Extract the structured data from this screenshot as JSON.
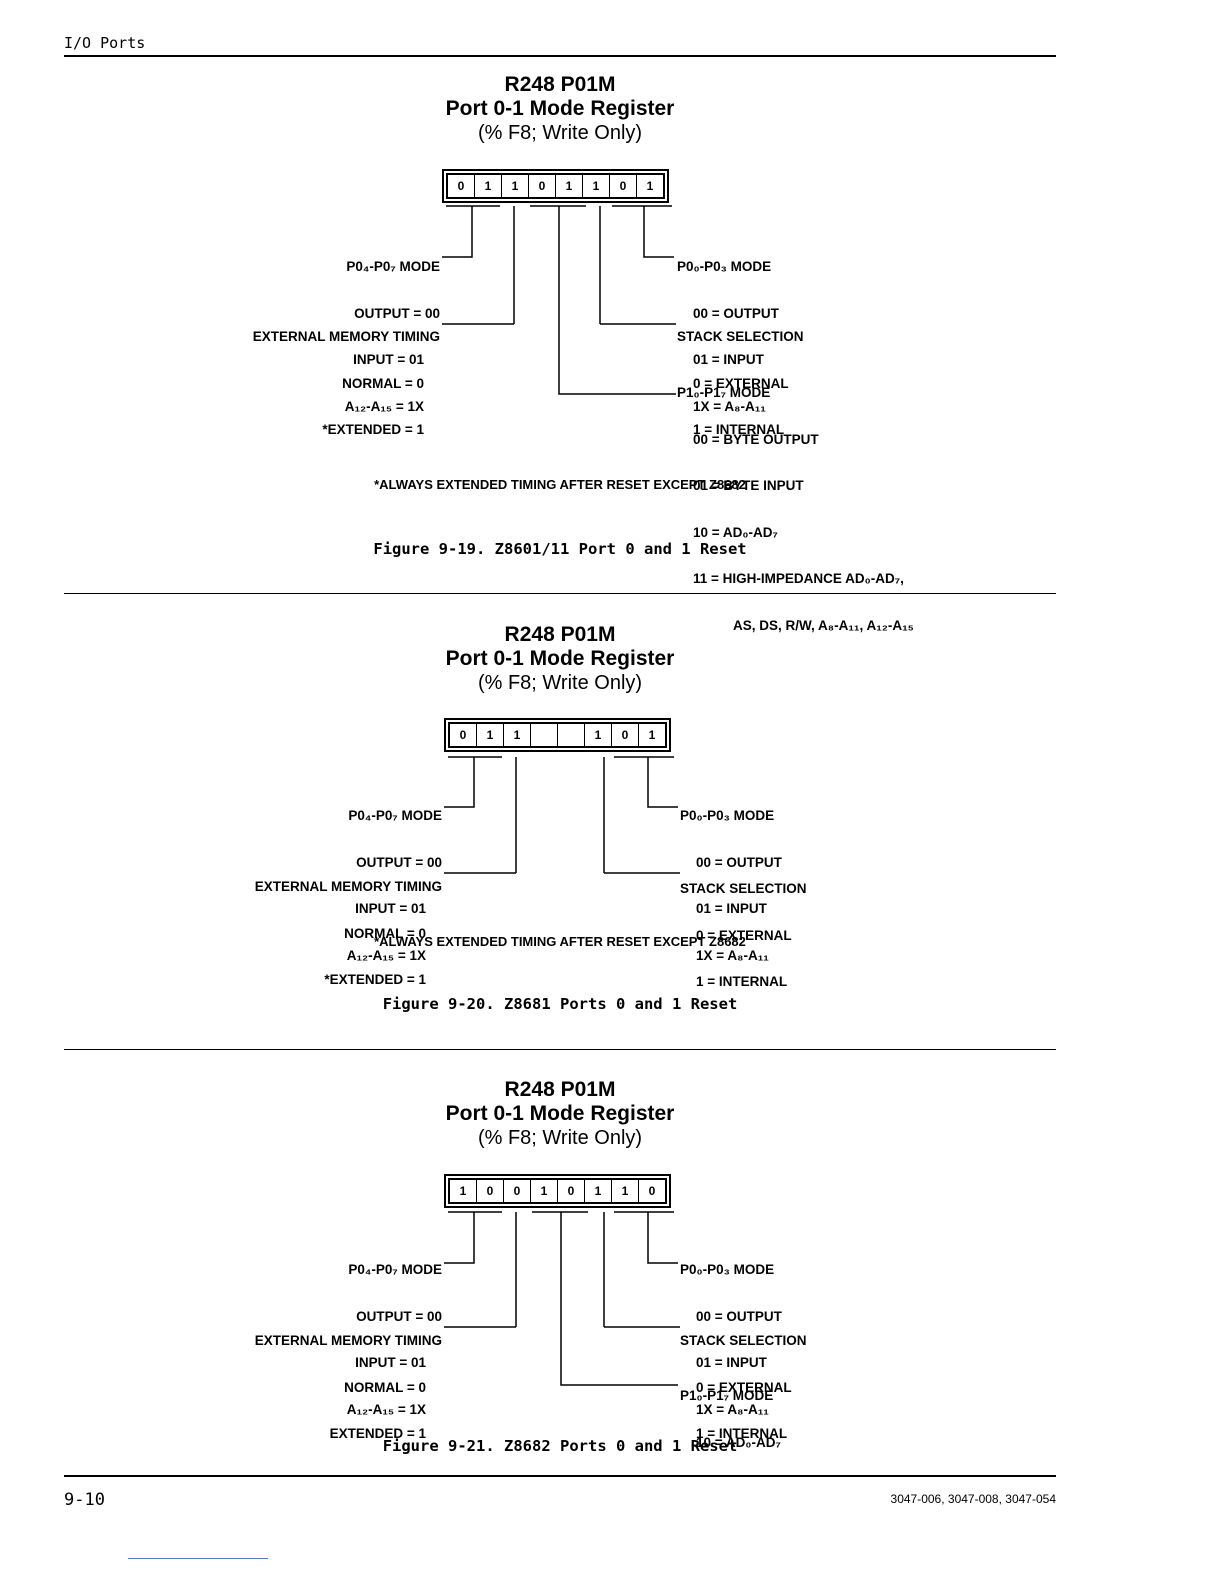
{
  "header": {
    "section": "I/O Ports"
  },
  "figures": [
    {
      "title1": "R248 P01M",
      "title2": "Port 0-1 Mode Register",
      "title3": "(% F8; Write Only)",
      "bits": [
        "0",
        "1",
        "1",
        "0",
        "1",
        "1",
        "0",
        "1"
      ],
      "left_upper": [
        "P0₄-P0₇ MODE",
        "OUTPUT = 00",
        "INPUT = 01",
        "A₁₂-A₁₅ = 1X"
      ],
      "left_lower": [
        "EXTERNAL MEMORY TIMING",
        "NORMAL = 0",
        "*EXTENDED = 1"
      ],
      "right_upper": [
        "P0₀-P0₃ MODE",
        "00 = OUTPUT",
        "01 = INPUT",
        "1X = A₈-A₁₁"
      ],
      "right_mid": [
        "STACK SELECTION",
        "0 = EXTERNAL",
        "1 = INTERNAL"
      ],
      "right_lower": [
        "P1₀-P1₇ MODE",
        "00 = BYTE OUTPUT",
        "01 = BYTE INPUT",
        "10 = AD₀-AD₇",
        "11 = HIGH-IMPEDANCE AD₀-AD₇,",
        "AS, DS, R/W, A₈-A₁₁, A₁₂-A₁₅"
      ],
      "note": "*ALWAYS EXTENDED TIMING AFTER RESET EXCEPT Z8682",
      "caption": "Figure 9-19.  Z8601/11 Port 0 and 1 Reset"
    },
    {
      "title1": "R248 P01M",
      "title2": "Port 0-1 Mode Register",
      "title3": "(% F8; Write Only)",
      "bits": [
        "0",
        "1",
        "1",
        "",
        "",
        "1",
        "0",
        "1"
      ],
      "left_upper": [
        "P0₄-P0₇ MODE",
        "OUTPUT = 00",
        "INPUT = 01",
        "A₁₂-A₁₅ = 1X"
      ],
      "left_lower": [
        "EXTERNAL MEMORY TIMING",
        "NORMAL = 0",
        "*EXTENDED = 1"
      ],
      "right_upper": [
        "P0₀-P0₃ MODE",
        "00 = OUTPUT",
        "01 = INPUT",
        "1X = A₈-A₁₁"
      ],
      "right_mid": [
        "STACK SELECTION",
        "0 = EXTERNAL",
        "1 = INTERNAL"
      ],
      "note": "*ALWAYS EXTENDED TIMING AFTER RESET EXCEPT Z8682",
      "caption": "Figure 9-20.  Z8681 Ports 0 and 1 Reset"
    },
    {
      "title1": "R248 P01M",
      "title2": "Port 0-1 Mode Register",
      "title3": "(% F8; Write Only)",
      "bits": [
        "1",
        "0",
        "0",
        "1",
        "0",
        "1",
        "1",
        "0"
      ],
      "left_upper": [
        "P0₄-P0₇ MODE",
        "OUTPUT = 00",
        "INPUT = 01",
        "A₁₂-A₁₅ = 1X"
      ],
      "left_lower": [
        "EXTERNAL MEMORY TIMING",
        "NORMAL = 0",
        "EXTENDED = 1"
      ],
      "right_upper": [
        "P0₀-P0₃ MODE",
        "00 = OUTPUT",
        "01 = INPUT",
        "1X = A₈-A₁₁"
      ],
      "right_mid": [
        "STACK SELECTION",
        "0 = EXTERNAL",
        "1 = INTERNAL"
      ],
      "right_lower": [
        "P1₀-P1₇ MODE",
        "10 = AD₀-AD₇"
      ],
      "caption": "Figure 9-21.  Z8682 Ports 0 and 1 Reset"
    }
  ],
  "footer": {
    "page": "9-10",
    "refs": "3047-006, 3047-008, 3047-054"
  }
}
